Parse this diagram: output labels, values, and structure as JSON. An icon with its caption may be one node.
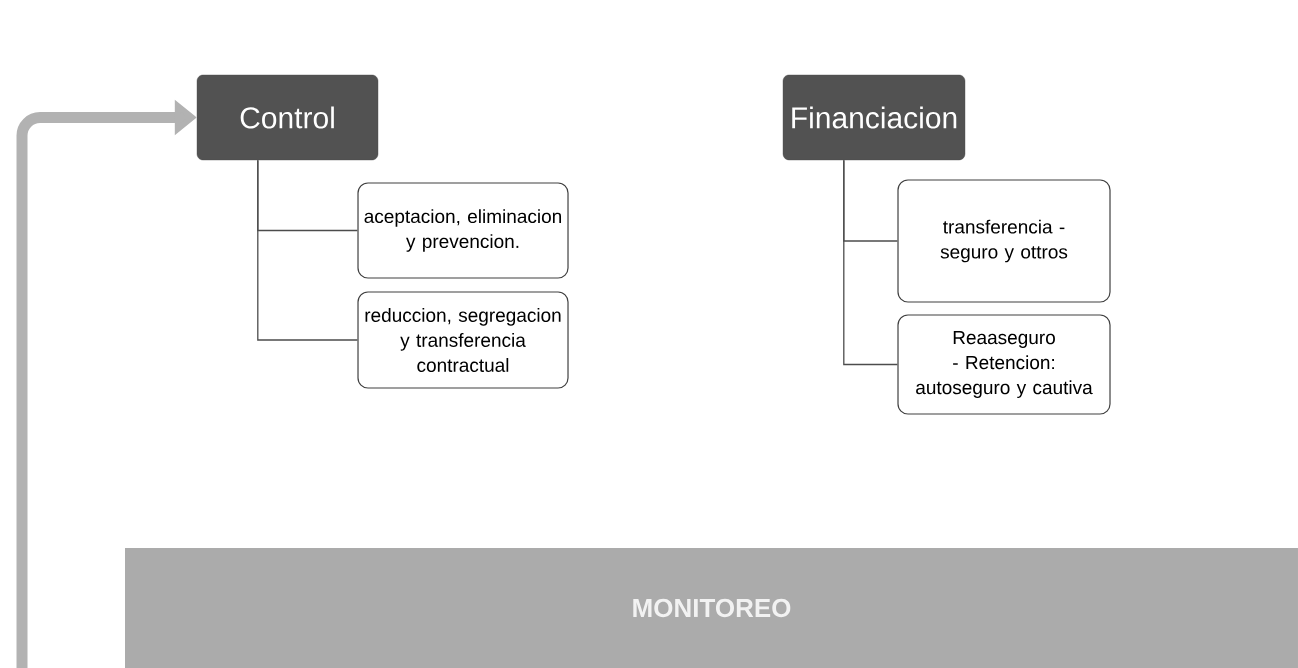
{
  "diagram": {
    "nodes": [
      {
        "text": [
          "Control"
        ]
      },
      {
        "text": [
          "aceptacion, eliminacion y prevencion."
        ]
      },
      {
        "text": [
          "reduccion, segregacion y transferencia contractual"
        ]
      },
      {
        "text": [
          "Financiacion"
        ]
      },
      {
        "text": [
          "transferencia - seguro y ottros"
        ]
      },
      {
        "text": [
          "Reaaseguro - Retencion: autoseguro y cautiva"
        ]
      },
      {
        "text": [
          "MONITOREO"
        ]
      }
    ],
    "edges": [
      {
        "from": 0,
        "to": 1,
        "arrow": "none"
      },
      {
        "from": 0,
        "to": 2,
        "arrow": "none"
      },
      {
        "from": 3,
        "to": 4,
        "arrow": "none"
      },
      {
        "from": 3,
        "to": 5,
        "arrow": "none"
      },
      {
        "from": null,
        "to": 0,
        "arrow": "to",
        "style": "thick",
        "color": "#b2b2b2"
      }
    ]
  }
}
